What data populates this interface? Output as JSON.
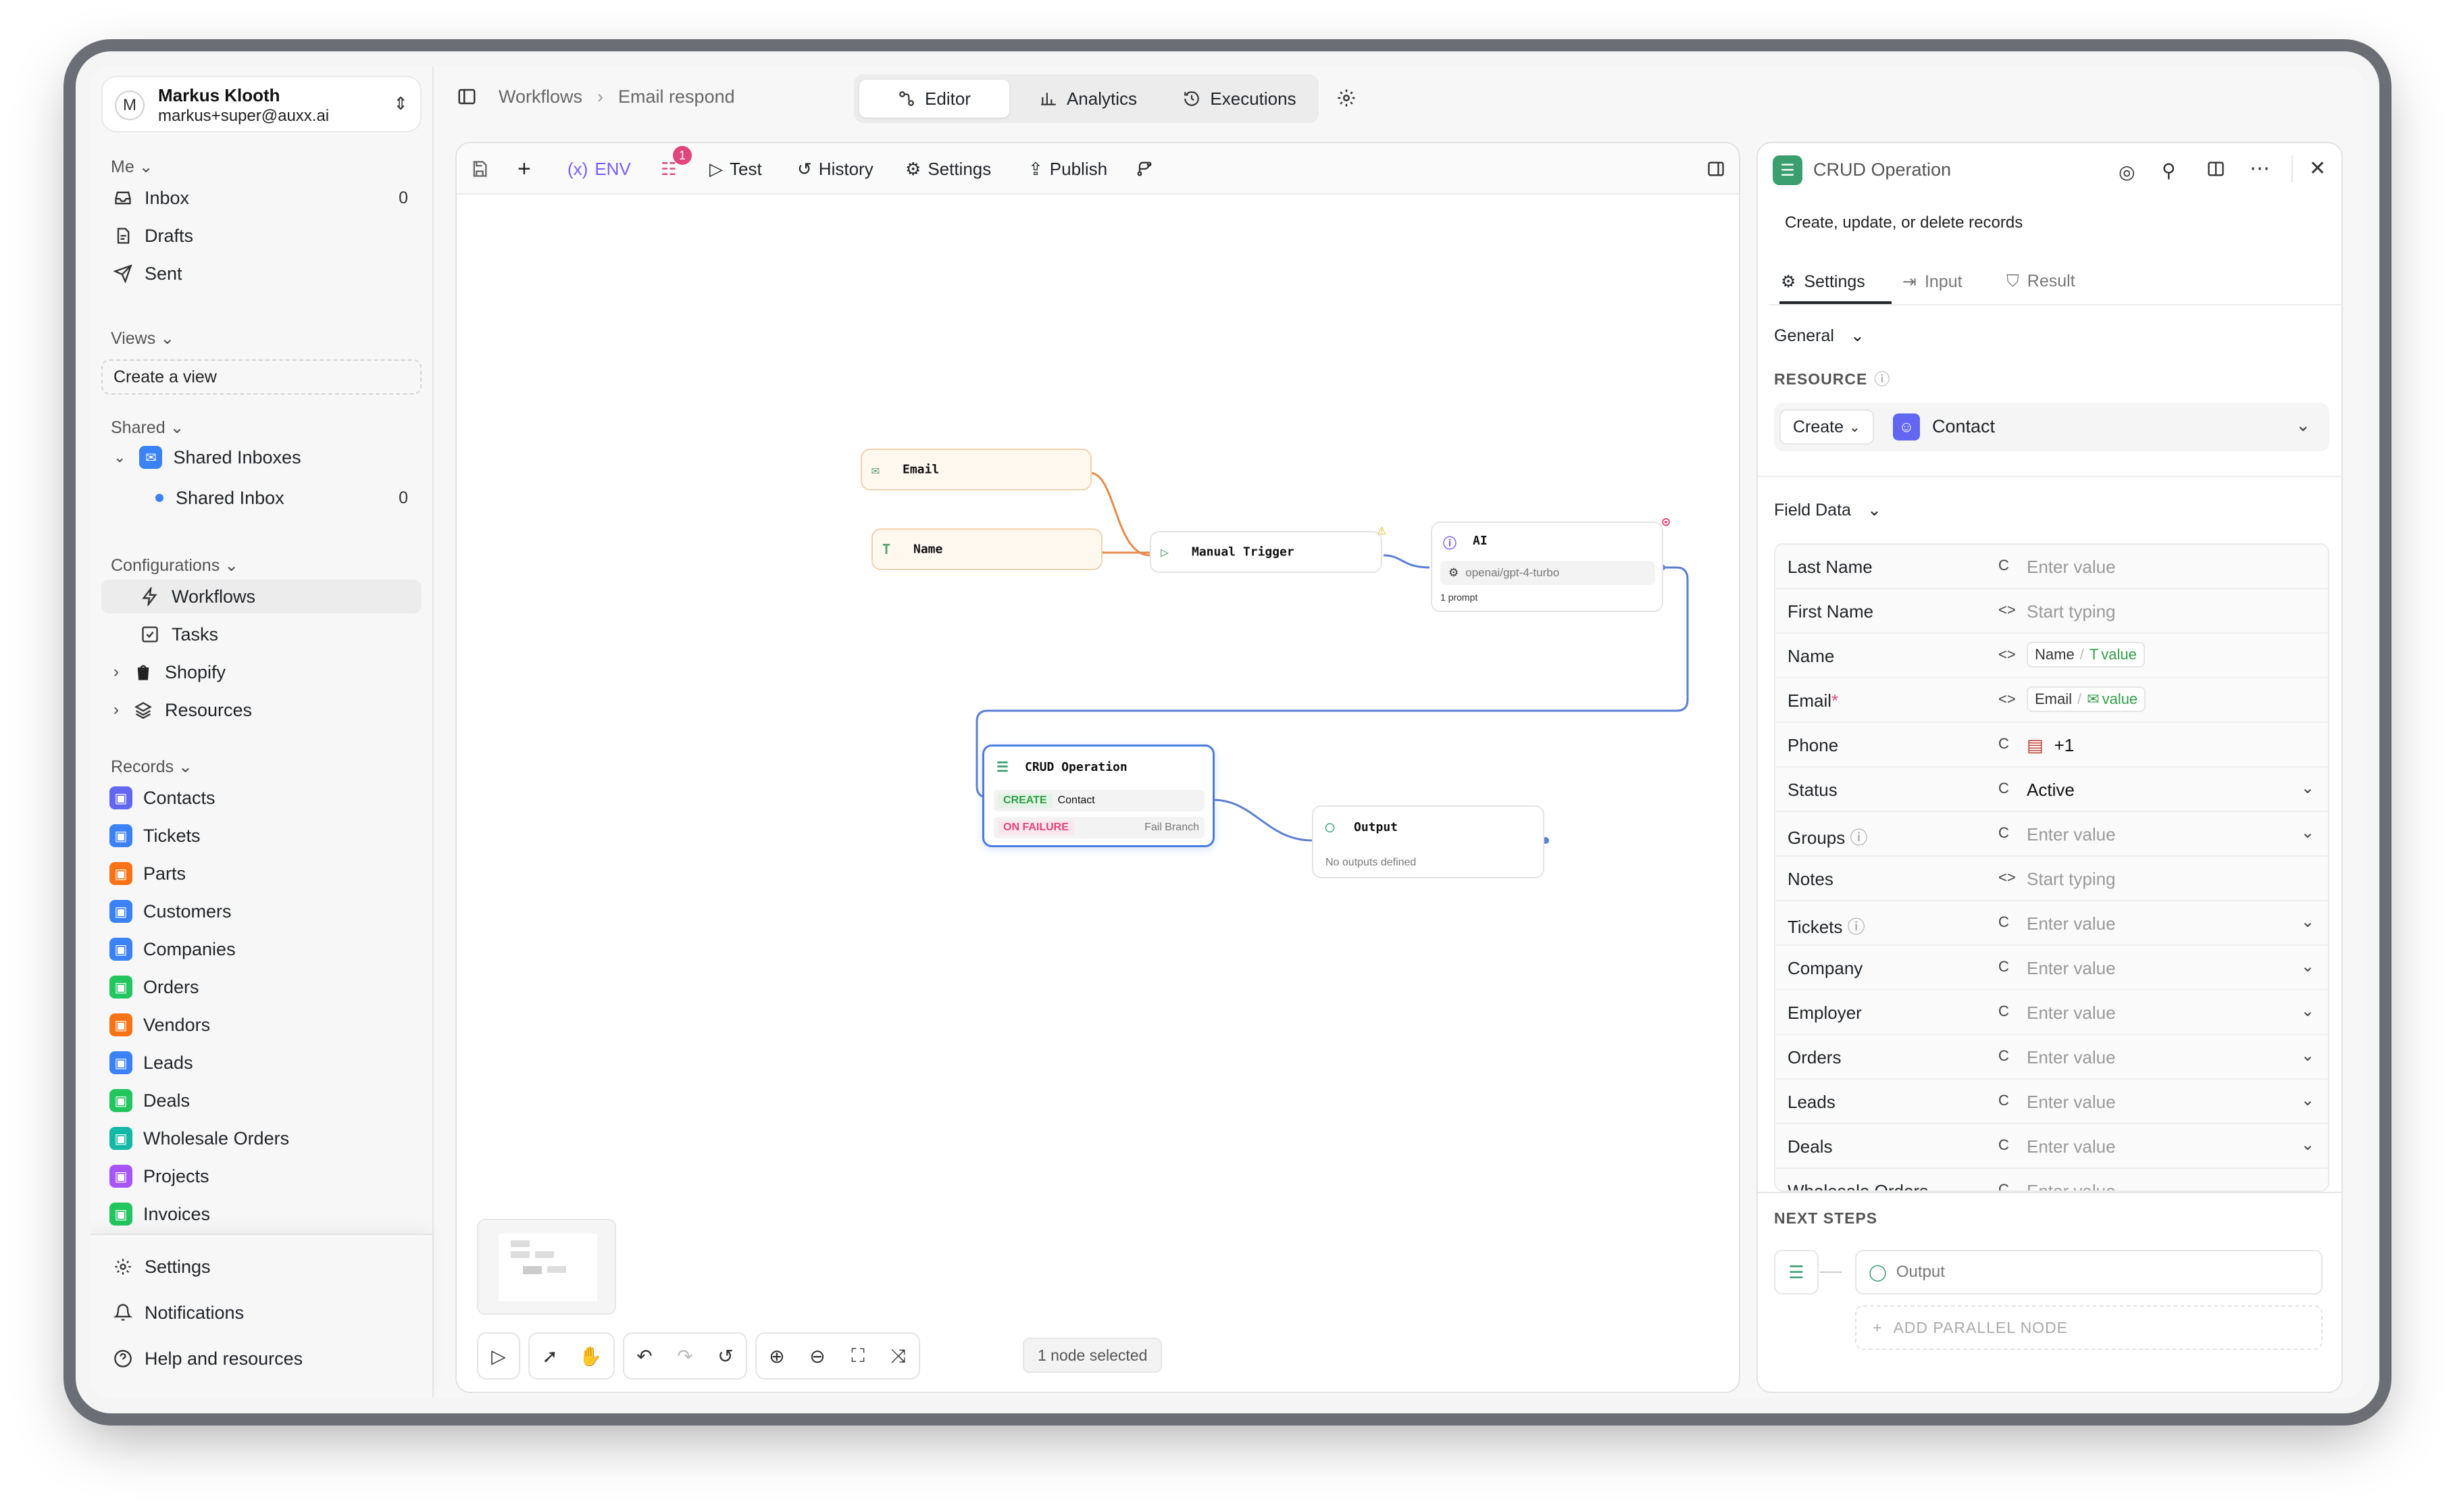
{
  "user": {
    "name": "Markus Klooth",
    "email": "markus+super@auxx.ai",
    "initial": "M"
  },
  "sidebar": {
    "me_label": "Me",
    "me_items": [
      {
        "label": "Inbox",
        "count": "0",
        "icon": "inbox-icon"
      },
      {
        "label": "Drafts",
        "icon": "drafts-icon"
      },
      {
        "label": "Sent",
        "icon": "send-icon"
      }
    ],
    "views_label": "Views",
    "create_view": "Create a view",
    "shared_label": "Shared",
    "shared_inboxes": "Shared Inboxes",
    "shared_inbox": "Shared Inbox",
    "shared_inbox_count": "0",
    "config_label": "Configurations",
    "config_items": [
      {
        "label": "Workflows",
        "icon": "bolt-icon"
      },
      {
        "label": "Tasks",
        "icon": "checkbox-icon"
      },
      {
        "label": "Shopify",
        "icon": "shopify-icon"
      },
      {
        "label": "Resources",
        "icon": "layers-icon"
      }
    ],
    "records_label": "Records",
    "records": [
      {
        "label": "Contacts",
        "color": "#6366f1"
      },
      {
        "label": "Tickets",
        "color": "#3b82f6"
      },
      {
        "label": "Parts",
        "color": "#f97316"
      },
      {
        "label": "Customers",
        "color": "#3b82f6"
      },
      {
        "label": "Companies",
        "color": "#3b82f6"
      },
      {
        "label": "Orders",
        "color": "#22c55e"
      },
      {
        "label": "Vendors",
        "color": "#f97316"
      },
      {
        "label": "Leads",
        "color": "#3b82f6"
      },
      {
        "label": "Deals",
        "color": "#22c55e"
      },
      {
        "label": "Wholesale Orders",
        "color": "#14b8a6"
      },
      {
        "label": "Projects",
        "color": "#a855f7"
      },
      {
        "label": "Invoices",
        "color": "#22c55e"
      }
    ],
    "footer": [
      {
        "label": "Settings",
        "icon": "gear-icon"
      },
      {
        "label": "Notifications",
        "icon": "bell-icon"
      },
      {
        "label": "Help and resources",
        "icon": "help-icon"
      }
    ]
  },
  "breadcrumb": {
    "root": "Workflows",
    "current": "Email respond"
  },
  "top_tabs": {
    "editor": "Editor",
    "analytics": "Analytics",
    "executions": "Executions"
  },
  "toolbar": {
    "env": "ENV",
    "issues_count": "1",
    "test": "Test",
    "history": "History",
    "settings": "Settings",
    "publish": "Publish"
  },
  "nodes": {
    "email": "Email",
    "name": "Name",
    "manual_trigger": "Manual Trigger",
    "ai": "AI",
    "ai_model": "openai/gpt-4-turbo",
    "ai_prompt": "1 prompt",
    "crud": "CRUD Operation",
    "crud_create": "CREATE",
    "crud_contact": "Contact",
    "crud_failure": "ON FAILURE",
    "crud_fail_branch": "Fail Branch",
    "output": "Output",
    "output_sub": "No outputs defined"
  },
  "status_text": "1 node selected",
  "panel": {
    "title": "CRUD Operation",
    "description": "Create, update, or delete records",
    "tabs": {
      "settings": "Settings",
      "input": "Input",
      "result": "Result"
    },
    "general": "General",
    "resource_label": "RESOURCE",
    "resource_action": "Create",
    "resource_value": "Contact",
    "field_data": "Field Data",
    "fields": [
      {
        "label": "Last Name",
        "type": "C",
        "value": "Enter value",
        "dark": false,
        "chev": false
      },
      {
        "label": "First Name",
        "type": "<>",
        "value": "Start typing",
        "dark": false,
        "chev": false
      },
      {
        "label": "Name",
        "type": "<>",
        "chip": {
          "a": "Name",
          "b": "value"
        }
      },
      {
        "label": "Email",
        "type": "<>",
        "required": true,
        "chip": {
          "a": "Email",
          "b": "value"
        }
      },
      {
        "label": "Phone",
        "type": "C",
        "value": "+1",
        "dark": true,
        "flag": true
      },
      {
        "label": "Status",
        "type": "C",
        "value": "Active",
        "dark": true,
        "chev": true
      },
      {
        "label": "Groups",
        "type": "C",
        "value": "Enter value",
        "help": true,
        "chev": true
      },
      {
        "label": "Notes",
        "type": "<>",
        "value": "Start typing"
      },
      {
        "label": "Tickets",
        "type": "C",
        "value": "Enter value",
        "help": true,
        "chev": true
      },
      {
        "label": "Company",
        "type": "C",
        "value": "Enter value",
        "chev": true
      },
      {
        "label": "Employer",
        "type": "C",
        "value": "Enter value",
        "chev": true
      },
      {
        "label": "Orders",
        "type": "C",
        "value": "Enter value",
        "chev": true
      },
      {
        "label": "Leads",
        "type": "C",
        "value": "Enter value",
        "chev": true
      },
      {
        "label": "Deals",
        "type": "C",
        "value": "Enter value",
        "chev": true
      },
      {
        "label": "Wholesale Orders",
        "type": "C",
        "value": "Enter value",
        "chev": true
      }
    ],
    "next_steps": "NEXT STEPS",
    "next_output": "Output",
    "add_parallel": "ADD PARALLEL NODE"
  }
}
